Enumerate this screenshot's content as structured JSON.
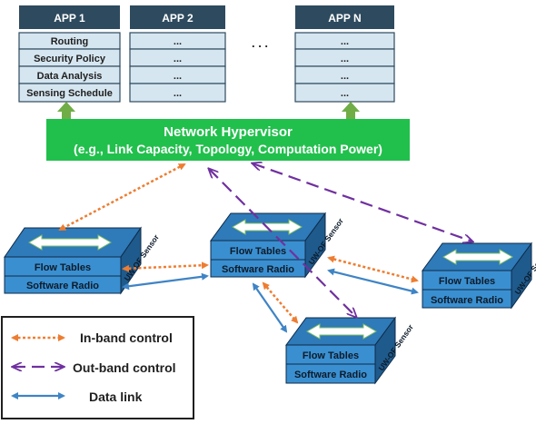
{
  "apps": [
    {
      "title": "APP 1",
      "rows": [
        "Routing",
        "Security Policy",
        "Data Analysis",
        "Sensing Schedule"
      ]
    },
    {
      "title": "APP 2",
      "rows": [
        "...",
        "...",
        "...",
        "..."
      ]
    },
    {
      "title": "APP N",
      "rows": [
        "...",
        "...",
        "...",
        "..."
      ]
    }
  ],
  "apps_ellipsis": ". . .",
  "hypervisor": {
    "title": "Network Hypervisor",
    "subtitle": "(e.g., Link Capacity, Topology, Computation Power)"
  },
  "sensor": {
    "flow_tables": "Flow Tables",
    "software_radio": "Software Radio",
    "side_label": "UW-OF Sensor"
  },
  "legend": {
    "inband": "In-band control",
    "outband": "Out-band control",
    "datalink": "Data link"
  },
  "colors": {
    "app_header": "#2e4a5e",
    "app_row": "#d6e6f0",
    "hypervisor": "#21c04c",
    "node_front": "#3a8fd0",
    "node_top": "#2f7ab8",
    "inband": "#ee7d31",
    "outband": "#7030a0",
    "datalink": "#3f84c5",
    "up_arrow": "#70ad47"
  }
}
